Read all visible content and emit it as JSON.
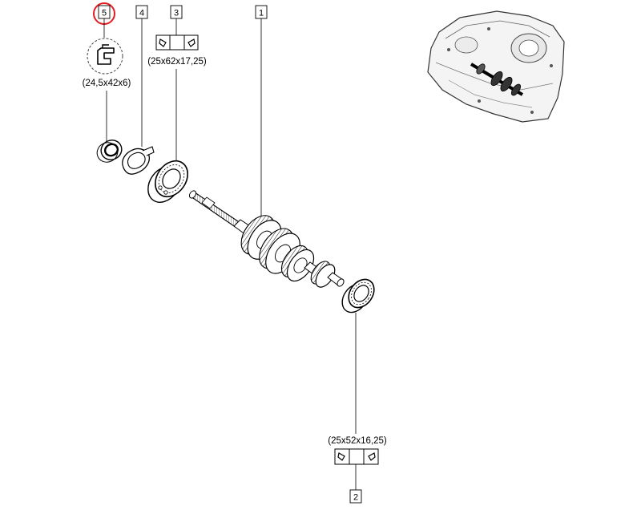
{
  "callouts": {
    "c1": {
      "number": "1"
    },
    "c2": {
      "number": "2",
      "dimension": "(25x52x16,25)"
    },
    "c3": {
      "number": "3",
      "dimension": "(25x62x17,25)"
    },
    "c4": {
      "number": "4"
    },
    "c5": {
      "number": "5",
      "dimension": "(24,5x42x6)",
      "highlighted": true,
      "highlight_color": "#e31b23"
    }
  },
  "icons": {
    "bearing_symbol": "bearing-symbol-icon",
    "seal_symbol": "seal-symbol-icon",
    "gearbox_thumbnail": "gearbox-housing-icon"
  }
}
